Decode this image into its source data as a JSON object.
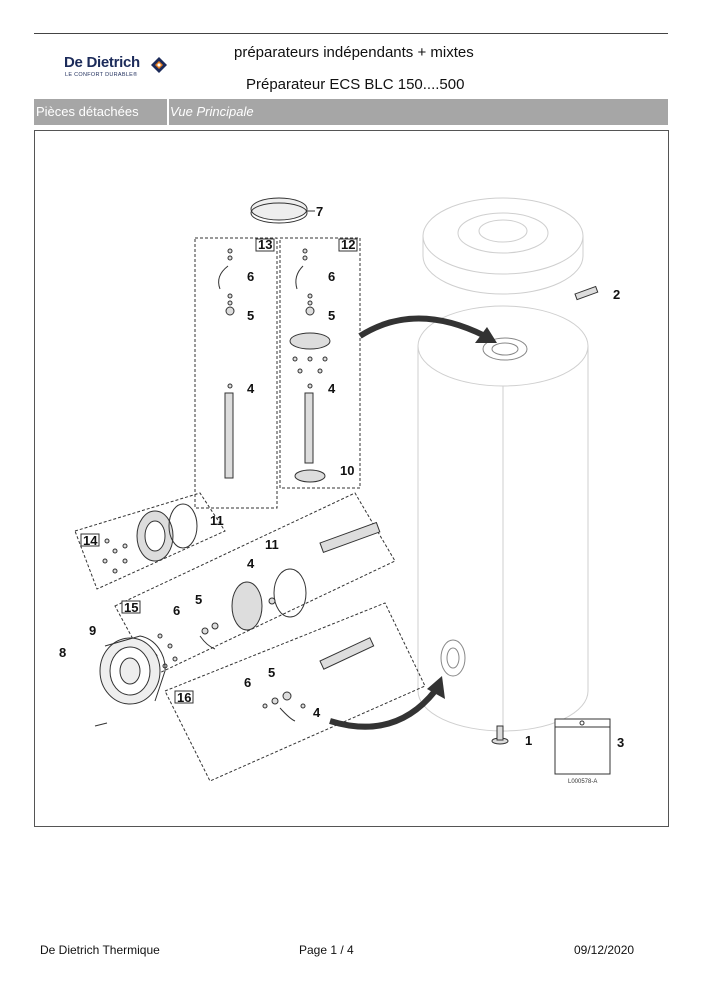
{
  "header": {
    "brand_name": "De Dietrich",
    "brand_tagline": "LE CONFORT DURABLE®",
    "title_line1": "préparateurs indépendants + mixtes",
    "title_line2": "Préparateur ECS BLC 150....500"
  },
  "section_bar": {
    "left_label": "Pièces détachées",
    "right_label": "Vue Principale"
  },
  "diagram": {
    "callouts": [
      "7",
      "13",
      "12",
      "6",
      "6",
      "5",
      "5",
      "4",
      "4",
      "10",
      "2",
      "11",
      "14",
      "11",
      "4",
      "15",
      "6",
      "5",
      "9",
      "8",
      "16",
      "5",
      "6",
      "4",
      "1",
      "3"
    ],
    "reference": "L000578-A"
  },
  "footer": {
    "company": "De Dietrich Thermique",
    "page": "Page    1  /  4",
    "date": "09/12/2020"
  },
  "colors": {
    "bar_gray": "#a6a6a6",
    "brand_navy": "#1c2b5a",
    "brand_orange": "#e67e22"
  }
}
